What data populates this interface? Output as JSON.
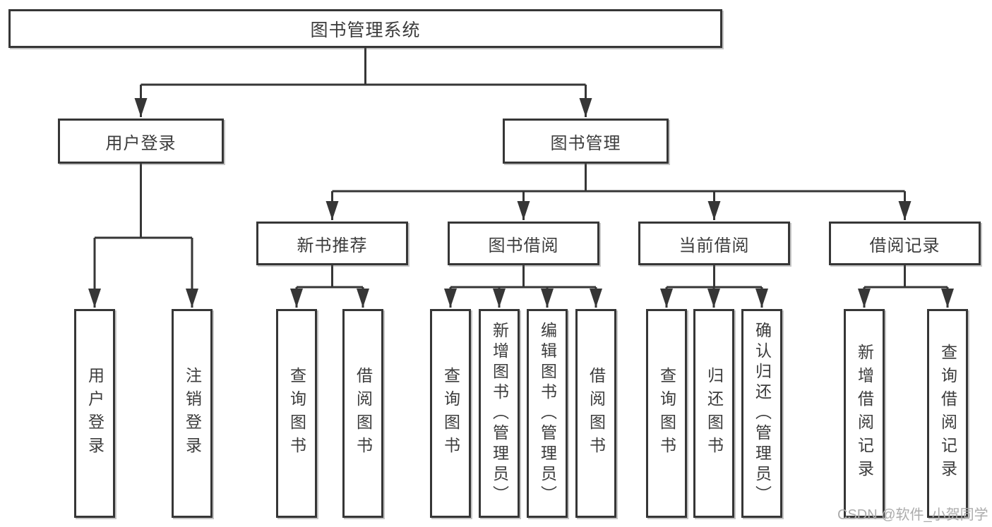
{
  "diagram": {
    "title": "图书管理系统",
    "tree": {
      "label": "图书管理系统",
      "children": [
        {
          "label": "用户登录",
          "children": [
            {
              "label": "用户登录"
            },
            {
              "label": "注销登录"
            }
          ]
        },
        {
          "label": "图书管理",
          "children": [
            {
              "label": "新书推荐",
              "children": [
                {
                  "label": "查询图书"
                },
                {
                  "label": "借阅图书"
                }
              ]
            },
            {
              "label": "图书借阅",
              "children": [
                {
                  "label": "查询图书"
                },
                {
                  "label": "新增图书（管理员）"
                },
                {
                  "label": "编辑图书（管理员）"
                },
                {
                  "label": "借阅图书"
                }
              ]
            },
            {
              "label": "当前借阅",
              "children": [
                {
                  "label": "查询图书"
                },
                {
                  "label": "归还图书"
                },
                {
                  "label": "确认归还（管理员）"
                }
              ]
            },
            {
              "label": "借阅记录",
              "children": [
                {
                  "label": "新增借阅记录"
                },
                {
                  "label": "查询借阅记录"
                }
              ]
            }
          ]
        }
      ]
    },
    "colors": {
      "line": "#363636",
      "box_border": "#363636",
      "text": "#3c3c3c",
      "watermark": "#acacac",
      "background": "#ffffff"
    }
  },
  "watermark": {
    "text": "CSDN @软件_小贺同学"
  }
}
